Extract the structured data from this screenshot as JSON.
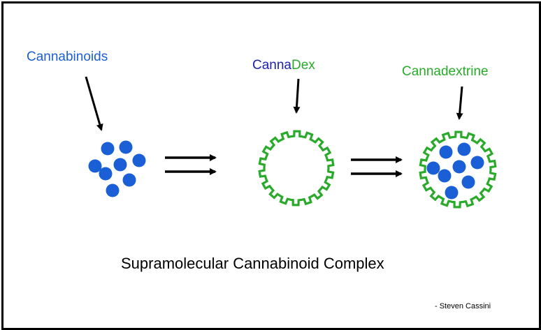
{
  "colors": {
    "molecule_blue": "#1a5fd6",
    "label_blue": "#1a5fd6",
    "canna_blue": "#1e22b4",
    "dextrin_green": "#2aaa2a",
    "arrow": "#000000",
    "frame": "#000000"
  },
  "labels": {
    "cannabinoids": "Cannabinoids",
    "cannadex_part1": "Canna",
    "cannadex_part2": "Dex",
    "cannadextrine": "Cannadextrine"
  },
  "caption": "Supramolecular Cannabinoid Complex",
  "credit": "- Steven Cassini",
  "icons": {
    "molecule": "filled-circle",
    "ring": "gear-ring",
    "pointer": "down-arrow",
    "reaction": "double-right-arrow"
  }
}
